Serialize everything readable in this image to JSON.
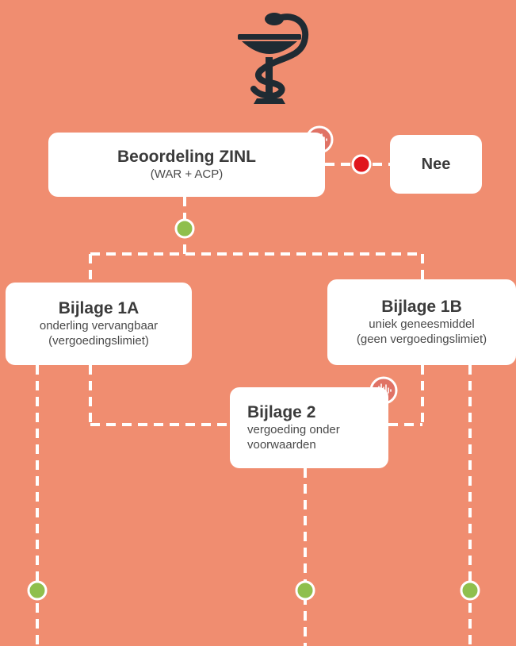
{
  "logo": {
    "icon": "bowl-of-hygieia-icon",
    "color": "#1f2b33"
  },
  "colors": {
    "background": "#f08d70",
    "connector": "#ffffff",
    "yes_node": "#8fbf4d",
    "no_node": "#e0161d",
    "audio_badge": "#e07265"
  },
  "nodes": {
    "zinl": {
      "title": "Beoordeling ZINL",
      "subtitle": "(WAR + ACP)"
    },
    "nee": {
      "title": "Nee"
    },
    "bijlage1a": {
      "title": "Bijlage 1A",
      "line1": "onderling vervangbaar",
      "line2": "(vergoedingslimiet)"
    },
    "bijlage1b": {
      "title": "Bijlage 1B",
      "line1": "uniek geneesmiddel",
      "line2": "(geen vergoedingslimiet)"
    },
    "bijlage2": {
      "title": "Bijlage 2",
      "line1": "vergoeding onder",
      "line2": "voorwaarden"
    }
  }
}
